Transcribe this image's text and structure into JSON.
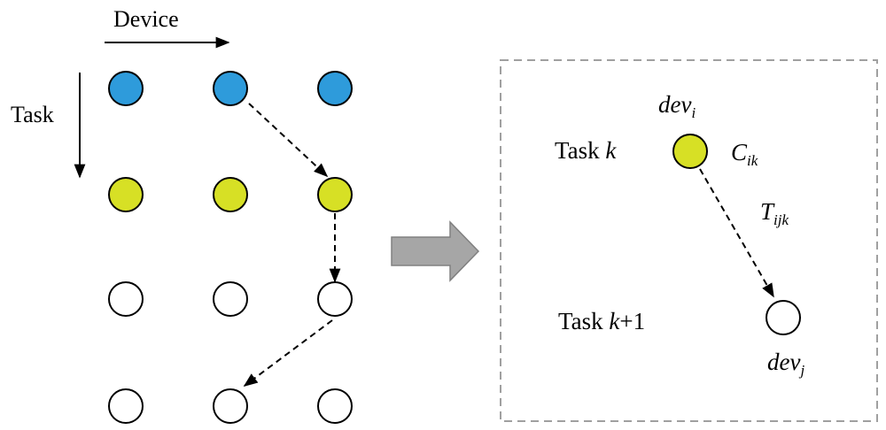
{
  "axes": {
    "device_label": "Device",
    "task_label": "Task"
  },
  "grid": {
    "rows": [
      {
        "color": "#2E9BDB"
      },
      {
        "color": "#D7E025"
      },
      {
        "color": "#FFFFFF"
      },
      {
        "color": "#FFFFFF"
      }
    ],
    "columns": 3
  },
  "detail": {
    "task_k": {
      "prefix": "Task ",
      "var": "k"
    },
    "task_k1": {
      "prefix": "Task ",
      "var": "k",
      "suffix": "+1"
    },
    "dev_i": {
      "base": "dev",
      "sub": "i"
    },
    "dev_j": {
      "base": "dev",
      "sub": "j"
    },
    "cost": {
      "base": "C",
      "sub": "ik"
    },
    "transfer": {
      "base": "T",
      "sub": "ijk"
    }
  },
  "colors": {
    "task_done": "#2E9BDB",
    "task_current": "#D7E025",
    "task_pending": "#FFFFFF",
    "big_arrow": "#A6A6A6",
    "frame": "#A0A0A0"
  }
}
